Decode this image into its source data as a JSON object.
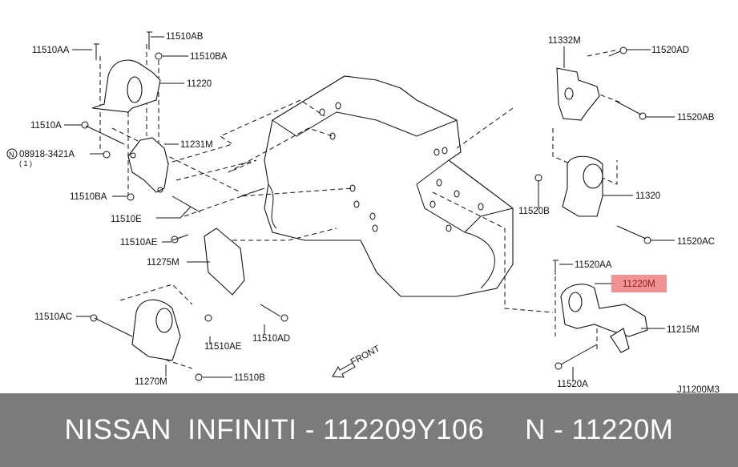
{
  "diagram": {
    "labels": {
      "l11510AA": "11510AA",
      "l11510AB": "11510AB",
      "l11510BA_top": "11510BA",
      "l11220": "11220",
      "l11510A": "11510A",
      "l11231M": "11231M",
      "n_symbol": "N",
      "l08918": "08918-3421A",
      "qty": "( 1 )",
      "l11510BA_bottom": "11510BA",
      "l11510E": "11510E",
      "l11510AE_top": "11510AE",
      "l11275M": "11275M",
      "l11510AC": "11510AC",
      "l11510AE_bottom": "11510AE",
      "l11510AD": "11510AD",
      "l11270M": "11270M",
      "l11510B": "11510B",
      "front": "FRONT",
      "l11332M": "11332M",
      "l11520AD": "11520AD",
      "l11520AB": "11520AB",
      "l11320": "11320",
      "l11520B": "11520B",
      "l11520AC": "11520AC",
      "l11520AA": "11520AA",
      "l11220M": "11220M",
      "l11215M": "11215M",
      "l11520A": "11520A",
      "diagram_code": "J11200M3"
    },
    "highlight_color": "#f08080"
  },
  "footer": {
    "text": "NISSAN  INFINITI - 112209Y106     N - 11220M"
  }
}
